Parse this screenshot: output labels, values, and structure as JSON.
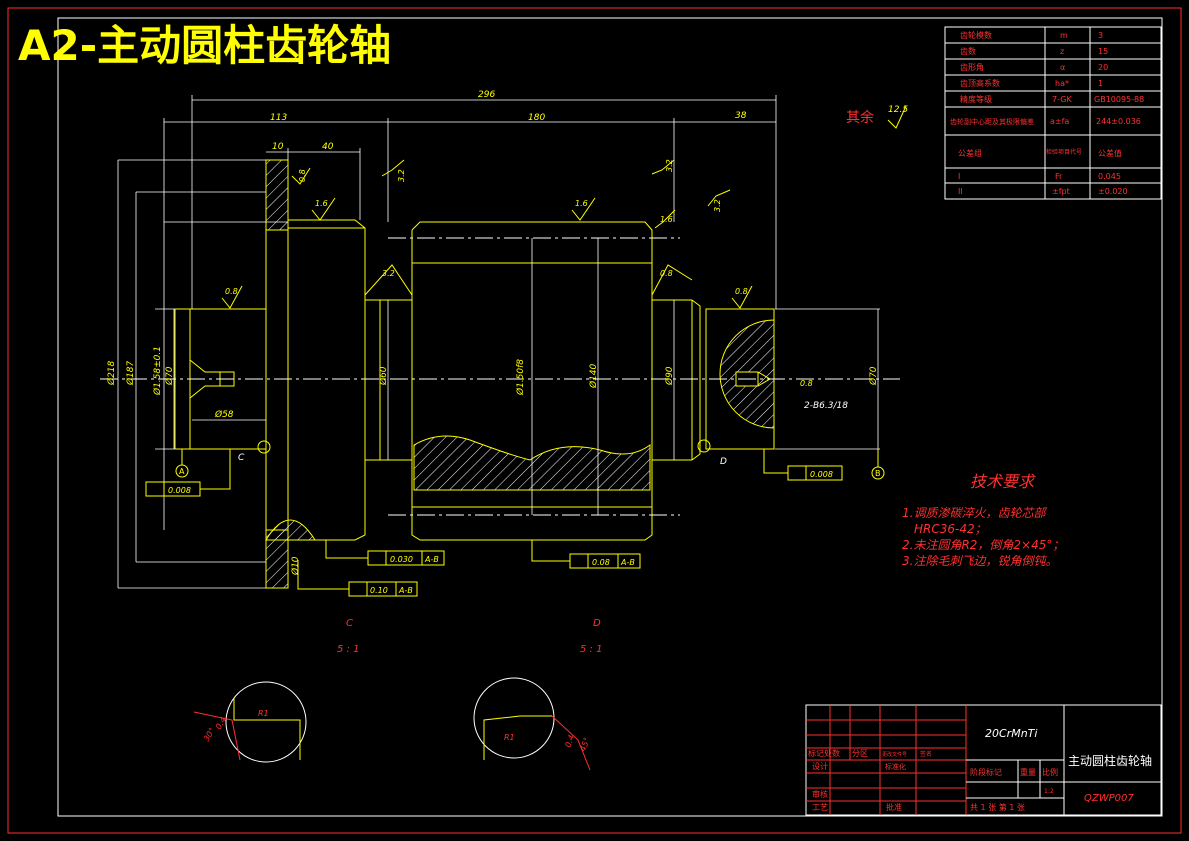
{
  "title": "A2-主动圆柱齿轮轴",
  "colors": {
    "background": "#000000",
    "yellow": "#ffff00",
    "red": "#ff0000",
    "white": "#ffffff"
  },
  "roughness_rest": {
    "label": "其余",
    "value": "12.5"
  },
  "gear_params": {
    "rows": [
      {
        "name": "齿轮模数",
        "symbol": "m",
        "value": "3"
      },
      {
        "name": "齿数",
        "symbol": "z",
        "value": "15"
      },
      {
        "name": "齿形角",
        "symbol": "α",
        "value": "20"
      },
      {
        "name": "齿顶高系数",
        "symbol": "ha*",
        "value": "1"
      },
      {
        "name": "精度等级",
        "symbol": "7-GK",
        "value": "GB10095-88"
      },
      {
        "name": "齿轮副中心距及其极限偏差",
        "symbol": "a±fa",
        "value": "244±0.036"
      }
    ],
    "group_header": {
      "name": "公差组",
      "symbol": "检验项目代号",
      "value": "公差值"
    },
    "groups": [
      {
        "name": "I",
        "symbol": "Fr",
        "value": "0.045"
      },
      {
        "name": "II",
        "symbol": "±fpt",
        "value": "±0.020"
      }
    ]
  },
  "dimensions": {
    "overall": "296",
    "left_length": "113",
    "gear_width": "180",
    "right_length": "38",
    "shoulder_a": "10",
    "shoulder_b": "40",
    "dia_218": "Ø218",
    "dia_187": "Ø187",
    "dia_shaft_left": "Ø1.58±0.1",
    "dia_70_left": "Ø70",
    "bore": "Ø58",
    "dia_60": "Ø60",
    "dia_gear": "Ø1.50f8",
    "dia_140": "Ø140",
    "dia_90": "Ø90",
    "dia_70_right": "Ø70",
    "thread": "2-B6.3/18",
    "hole_10": "Ø10"
  },
  "roughness": {
    "r1": "0.8",
    "r2": "1.6",
    "r3": "3.2",
    "r4": "1.6",
    "r5": "3.2",
    "r6": "1.6",
    "r7": "0.8",
    "r8": "0.8",
    "r9": "3.2",
    "r10": "3.2",
    "r11": "0.8",
    "r12": "0.8"
  },
  "datums": {
    "a": "A",
    "b": "B",
    "c": "C",
    "d": "D"
  },
  "tolerances": {
    "t1": "0.008",
    "t2": "0.008",
    "t3": "0.030",
    "t3_ref": "A-B",
    "t4": "0.08",
    "t4_ref": "A-B",
    "t5": "0.10",
    "t5_ref": "A-B"
  },
  "details": {
    "c": {
      "label": "C",
      "scale": "5 : 1",
      "dim1": "R1",
      "dim2": "0.4",
      "dim3": "30°"
    },
    "d": {
      "label": "D",
      "scale": "5 : 1",
      "dim1": "R1",
      "dim2": "0.4",
      "dim3": "45°"
    }
  },
  "tech": {
    "title": "技术要求",
    "lines": [
      "1.调质渗碳淬火，齿轮芯部",
      "HRC36-42；",
      "2.未注圆角R2，倒角2×45°；",
      "3.注除毛刺飞边，锐角倒钝。"
    ]
  },
  "title_block": {
    "material": "20CrMnTi",
    "part_name": "主动圆柱齿轮轴",
    "drawing_no": "QZWP007",
    "mark_row": [
      "标记处数",
      "分区",
      "更改文件号",
      "签名"
    ],
    "design": "设计",
    "standard": "标准化",
    "stage": "阶段标记",
    "weight": "重量",
    "scale": "比例",
    "review": "审核",
    "process": "工艺",
    "approve": "批准",
    "scale_value": "1:2",
    "sheets": "共 1 张  第 1 张"
  }
}
